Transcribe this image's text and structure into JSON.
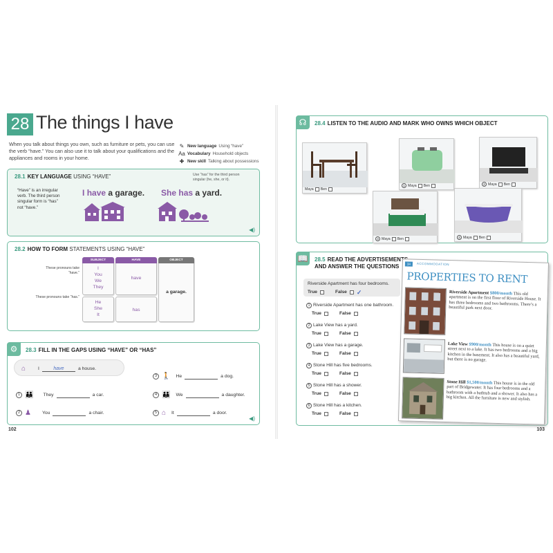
{
  "unit": {
    "number": "28",
    "title": "The things I have",
    "intro": "When you talk about things you own, such as furniture or pets, you can use the verb “have.” You can also use it to talk about your qualifications and the appliances and rooms in your home.",
    "meta": [
      {
        "icon": "new-language-icon",
        "key": "New language",
        "value": "Using “have”"
      },
      {
        "icon": "vocabulary-icon",
        "key": "Vocabulary",
        "value": "Household objects"
      },
      {
        "icon": "new-skill-icon",
        "key": "New skill",
        "value": "Talking about possessions"
      }
    ]
  },
  "s281": {
    "num": "28.1",
    "head": "KEY LANGUAGE",
    "head_light": "USING “HAVE”",
    "note": "“Have” is an irregular verb. The third person singular form is “has” not “have.”",
    "s1_subject": "I",
    "s1_verb": "have",
    "s1_rest": "a garage.",
    "s2_subject": "She",
    "s2_verb": "has",
    "s2_rest": "a yard.",
    "callout": "Use “has” for the third person singular (he, she, or it)."
  },
  "s282": {
    "num": "28.2",
    "head": "HOW TO FORM",
    "head_light": "STATEMENTS USING “HAVE”",
    "note1": "These pronouns take “have.”",
    "note2": "These pronouns take “has.”",
    "col_subject": "SUBJECT",
    "col_have": "HAVE",
    "col_object": "OBJECT",
    "pron_have": [
      "I",
      "You",
      "We",
      "They"
    ],
    "pron_has": [
      "He",
      "She",
      "It"
    ],
    "verb_have": "have",
    "verb_has": "has",
    "object": "a garage."
  },
  "s283": {
    "num": "28.3",
    "head": "FILL IN THE GAPS USING “HAVE” OR “HAS”",
    "example": {
      "subject": "I",
      "answer": "have",
      "rest": "a house."
    },
    "left": [
      {
        "n": "1",
        "subject": "They",
        "rest": "a car."
      },
      {
        "n": "2",
        "subject": "You",
        "rest": "a chair."
      }
    ],
    "right": [
      {
        "n": "3",
        "subject": "He",
        "rest": "a dog."
      },
      {
        "n": "4",
        "subject": "We",
        "rest": "a daughter."
      },
      {
        "n": "5",
        "subject": "It",
        "rest": "a door."
      }
    ]
  },
  "page_left": "102",
  "page_right": "103",
  "s284": {
    "num": "28.4",
    "head": "LISTEN TO THE AUDIO AND MARK WHO OWNS WHICH OBJECT",
    "rooms": [
      {
        "n": "",
        "a": "Maya",
        "b": "Ben"
      },
      {
        "n": "1",
        "a": "Maya",
        "b": "Ben"
      },
      {
        "n": "2",
        "a": "Maya",
        "b": "Ben"
      },
      {
        "n": "3",
        "a": "Maya",
        "b": "Ben"
      },
      {
        "n": "4",
        "a": "Maya",
        "b": "Ben"
      }
    ]
  },
  "s285": {
    "num": "28.5",
    "head": "READ THE ADVERTISEMENTS",
    "head2": "AND ANSWER THE QUESTIONS",
    "true_label": "True",
    "false_label": "False",
    "example": "Riverside Apartment has four bedrooms.",
    "questions": [
      {
        "n": "1",
        "text": "Riverside Apartment has one bathroom."
      },
      {
        "n": "2",
        "text": "Lake View has a yard."
      },
      {
        "n": "3",
        "text": "Lake View has a garage."
      },
      {
        "n": "4",
        "text": "Stone Hill has five bedrooms."
      },
      {
        "n": "5",
        "text": "Stone Hill has a shower."
      },
      {
        "n": "6",
        "text": "Stone Hill has a kitchen."
      }
    ]
  },
  "ad": {
    "tag": "34",
    "tag2": "ACCOMMODATION",
    "title": "PROPERTIES TO RENT",
    "listings": [
      {
        "name": "Riverside Apartment",
        "price": "$800/month",
        "text": "This old apartment is on the first floor of Riverside House. It has three bedrooms and two bathrooms. There’s a beautiful park next door."
      },
      {
        "name": "Lake View",
        "price": "$900/month",
        "text": "This house is on a quiet street next to a lake. It has two bedrooms and a big kitchen in the basement. It also has a beautiful yard, but there is no garage."
      },
      {
        "name": "Stone Hill",
        "price": "$1,500/month",
        "text": "This house is in the old part of Bridgewater. It has four bedrooms and a bathroom with a bathtub and a shower. It also has a big kitchen. All the furniture is new and stylish."
      }
    ]
  },
  "colors": {
    "green": "#4aa88e",
    "purple": "#8a5aa6",
    "blue": "#3e8fc2"
  }
}
